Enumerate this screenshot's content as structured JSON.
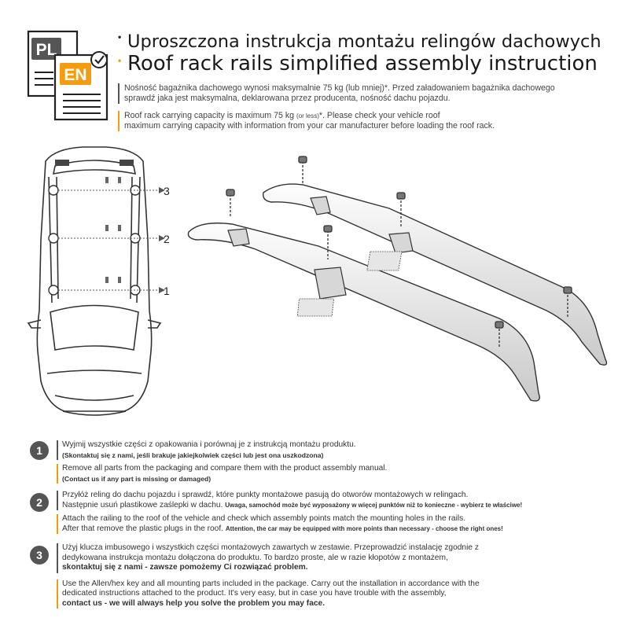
{
  "badges": {
    "pl": "PL",
    "en": "EN"
  },
  "title": {
    "pl": "Uproszczona instrukcja montażu relingów dachowych",
    "en": "Roof rack rails simplified assembly instruction"
  },
  "intro": {
    "pl_line1": "Nośność bagażnika dachowego wynosi maksymalnie 75 kg (lub mniej)*. Przed załadowaniem bagażnika dachowego",
    "pl_line2": "sprawdź jaka jest maksymalna, deklarowana przez producenta, nośność dachu pojazdu.",
    "en_line1_a": "Roof rack carrying capacity is maximum 75 kg",
    "en_line1_small": "(or less)",
    "en_line1_b": "*. Please check your vehicle roof",
    "en_line2": "maximum carrying capacity with information from your car manufacturer before loading the roof rack."
  },
  "callouts": [
    "3",
    "2",
    "1"
  ],
  "steps": [
    {
      "num": "1",
      "pl": "Wyjmij wszystkie części z opakowania i porównaj je z instrukcją montażu produktu.",
      "pl_note": "(Skontaktuj się z nami, jeśli brakuje jakiejkolwiek części lub jest ona uszkodzona)",
      "en": "Remove all parts from the packaging and compare them with the product assembly manual.",
      "en_note": "(Contact us if any part is missing or damaged)"
    },
    {
      "num": "2",
      "pl": "Przyłóż reling do dachu pojazdu i sprawdź, które punkty montażowe pasują do otworów montażowych w relingach.",
      "pl_2a": "Następnie usuń plastikowe zaślepki w dachu.",
      "pl_2b": "Uwaga, samochód może być wyposażony w więcej punktów niż to konieczne - wybierz te właściwe!",
      "en": "Attach the railing to the roof of the vehicle and check which assembly points match the mounting holes in the rails.",
      "en_2a": "After that remove the plastic plugs in the roof.",
      "en_2b": "Attention, the car may be equipped with more points than necessary - choose the right ones!"
    },
    {
      "num": "3",
      "pl": "Użyj klucza imbusowego i wszystkich części montażowych zawartych w zestawie. Przeprowadzić instalację zgodnie z",
      "pl_2": "dedykowana instrukcja montażu dołączona do produktu. To bardzo proste, ale w razie kłopotów z montażem,",
      "pl_3": "skontaktuj się z nami - zawsze pomożemy Ci rozwiązać problem.",
      "en": "Use the Allen/hex key and all mounting parts included in the package. Carry out the installation in accordance with the",
      "en_2": "dedicated instructions attached to the product. It's very easy, but in case you have trouble with the assembly,",
      "en_3": "contact us - we will always help you solve the problem you may face."
    }
  ]
}
